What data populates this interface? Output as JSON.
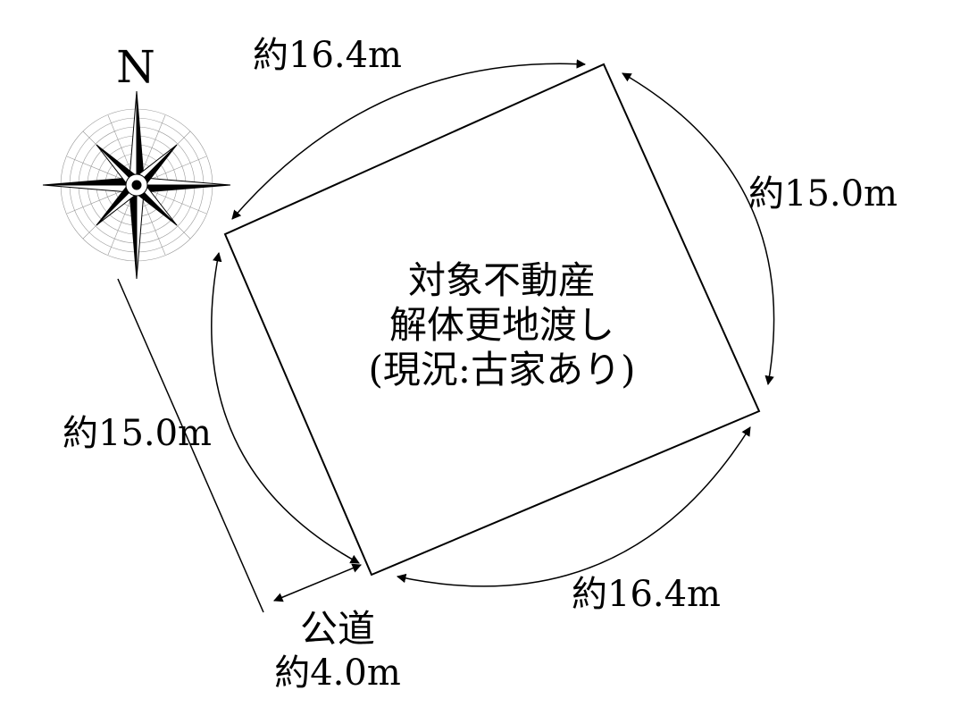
{
  "compass": {
    "north_label": "N",
    "icon": "compass-rose-icon"
  },
  "property": {
    "line1": "対象不動産",
    "line2": "解体更地渡し",
    "line3": "(現況:古家あり)"
  },
  "dimensions": {
    "top": "約16.4m",
    "right": "約15.0m",
    "left": "約15.0m",
    "bottom": "約16.4m"
  },
  "road": {
    "label": "公道",
    "width": "約4.0m"
  },
  "colors": {
    "line": "#000000",
    "background": "#ffffff"
  }
}
